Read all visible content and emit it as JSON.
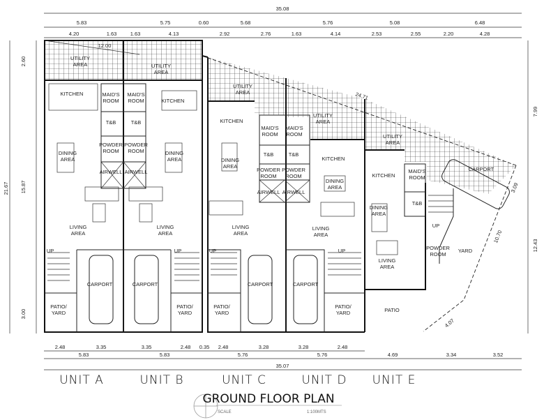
{
  "title": "GROUND FLOOR PLAN",
  "scale_label": "SCALE",
  "scale_value": "1:100MTS",
  "units": [
    {
      "label": "UNIT A",
      "rooms": [
        [
          "UTILITY",
          "AREA"
        ],
        [
          "KITCHEN"
        ],
        [
          "MAID'S",
          "ROOM"
        ],
        [
          "T&B"
        ],
        [
          "POWDER",
          "ROOM"
        ],
        [
          "DINING",
          "AREA"
        ],
        [
          "AIRWELL"
        ],
        [
          "LIVING",
          "AREA"
        ],
        [
          "CARPORT"
        ],
        [
          "PATIO/",
          "YARD"
        ],
        [
          "UP"
        ]
      ]
    },
    {
      "label": "UNIT B",
      "rooms": [
        [
          "UTILITY",
          "AREA"
        ],
        [
          "KITCHEN"
        ],
        [
          "MAID'S",
          "ROOM"
        ],
        [
          "T&B"
        ],
        [
          "POWDER",
          "ROOM"
        ],
        [
          "DINING",
          "AREA"
        ],
        [
          "AIRWELL"
        ],
        [
          "LIVING",
          "AREA"
        ],
        [
          "CARPORT"
        ],
        [
          "PATIO/",
          "YARD"
        ],
        [
          "UP"
        ]
      ]
    },
    {
      "label": "UNIT C",
      "rooms": [
        [
          "UTILITY",
          "AREA"
        ],
        [
          "KITCHEN"
        ],
        [
          "MAID'S",
          "ROOM"
        ],
        [
          "T&B"
        ],
        [
          "POWDER",
          "ROOM"
        ],
        [
          "DINING",
          "AREA"
        ],
        [
          "AIRWELL"
        ],
        [
          "LIVING",
          "AREA"
        ],
        [
          "CARPORT"
        ],
        [
          "PATIO/",
          "YARD"
        ],
        [
          "UP"
        ]
      ]
    },
    {
      "label": "UNIT D",
      "rooms": [
        [
          "UTILITY",
          "AREA"
        ],
        [
          "KITCHEN"
        ],
        [
          "MAID'S",
          "ROOM"
        ],
        [
          "T&B"
        ],
        [
          "POWDER",
          "ROOM"
        ],
        [
          "DINING",
          "AREA"
        ],
        [
          "AIRWELL"
        ],
        [
          "LIVING",
          "AREA"
        ],
        [
          "CARPORT"
        ],
        [
          "PATIO/",
          "YARD"
        ],
        [
          "UP"
        ]
      ]
    },
    {
      "label": "UNIT E",
      "rooms": [
        [
          "UTILITY",
          "AREA"
        ],
        [
          "KITCHEN"
        ],
        [
          "MAID'S",
          "ROOM"
        ],
        [
          "T&B"
        ],
        [
          "DINING",
          "AREA"
        ],
        [
          "LIVING",
          "AREA"
        ],
        [
          "POWDER",
          "ROOM"
        ],
        [
          "PATIO"
        ],
        [
          "CARPORT"
        ],
        [
          "YARD"
        ],
        [
          "UP"
        ]
      ]
    }
  ],
  "dimensions": {
    "top_total": "35.08",
    "top_row1": [
      "5.83",
      "5.75",
      "0.60",
      "5.68",
      "5.76",
      "5.08",
      "6.48"
    ],
    "top_row2": [
      "4.20",
      "1.63",
      "1.63",
      "4.13",
      "2.92",
      "2.76",
      "1.63",
      "4.14",
      "2.53",
      "2.55",
      "2.20",
      "4.28"
    ],
    "bottom_row1": [
      "2.48",
      "3.35",
      "3.35",
      "2.48",
      "0.35",
      "2.48",
      "3.28",
      "3.28",
      "2.48"
    ],
    "bottom_row2": [
      "5.83",
      "5.83",
      "5.76",
      "5.76",
      "4.69",
      "3.34",
      "3.52"
    ],
    "bottom_total": "35.07",
    "left_total": "21.67",
    "left_parts": [
      "2.60",
      "15.87",
      "3.00"
    ],
    "right_parts": [
      "7.99",
      "12.43"
    ],
    "diagonal_top_left": "12.00",
    "diagonal_property": "24.71",
    "angled": [
      "3.09",
      "10.70",
      "4.07"
    ]
  }
}
